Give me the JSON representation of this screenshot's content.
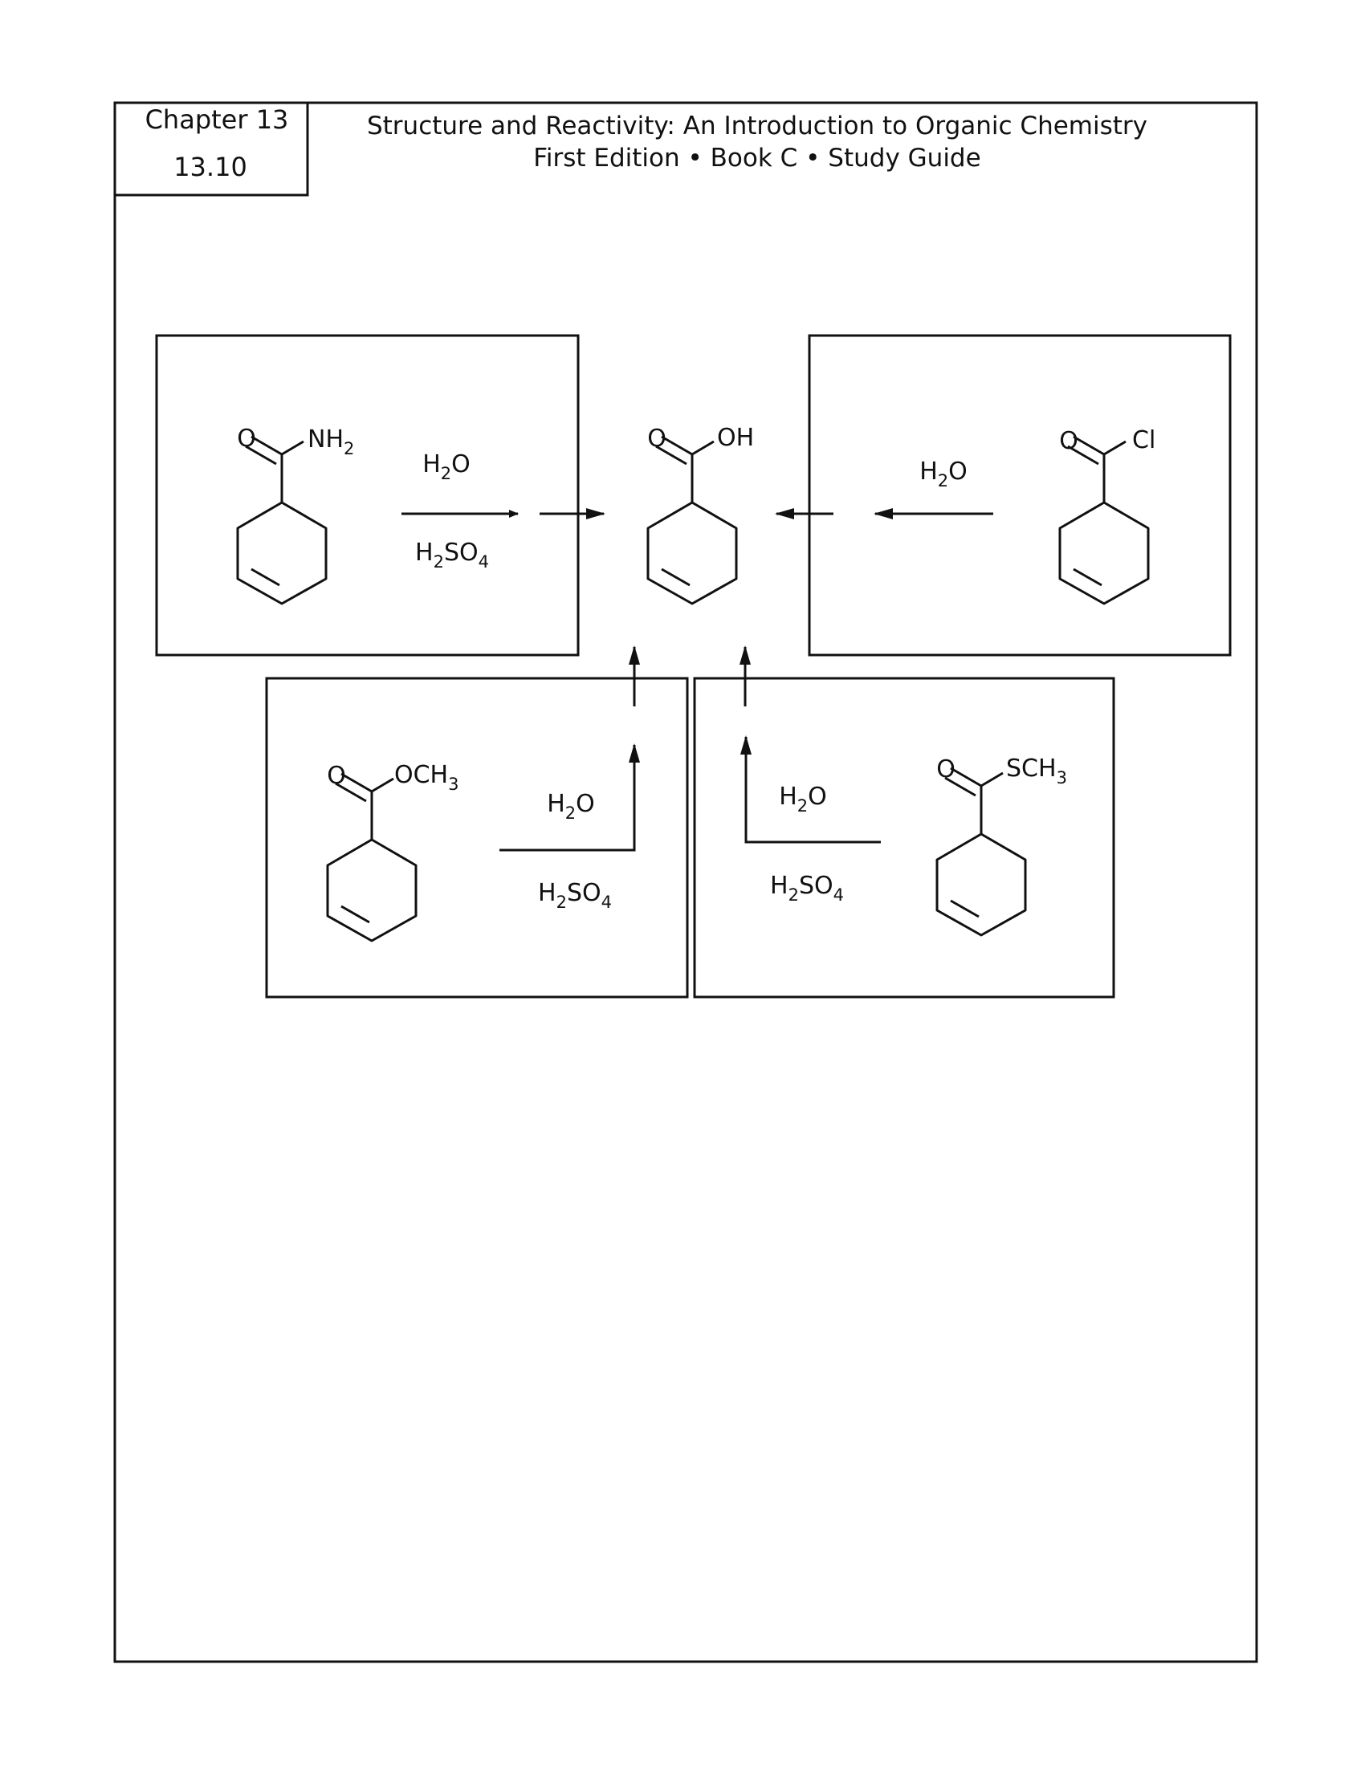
{
  "header": {
    "chapter": "Chapter 13",
    "section": "13.10",
    "title_line1": "Structure and Reactivity: An Introduction to Organic Chemistry",
    "title_line2": "First Edition • Book C • Study Guide"
  },
  "reagents": {
    "h2o": {
      "main": "H",
      "sub": "2",
      "tail": "O"
    },
    "h2so4": {
      "main": "H",
      "sub": "2",
      "mid": "SO",
      "sub2": "4"
    }
  },
  "molecules": {
    "product": {
      "o": "O",
      "group": "OH"
    },
    "amide": {
      "o": "O",
      "group_main": "NH",
      "group_sub": "2"
    },
    "acid_chloride": {
      "o": "O",
      "group": "Cl"
    },
    "ester": {
      "o": "O",
      "group_main": "OCH",
      "group_sub": "3"
    },
    "thioester": {
      "o": "O",
      "group_main": "SCH",
      "group_sub": "3"
    }
  },
  "colors": {
    "ink": "#111111",
    "background": "#ffffff"
  }
}
